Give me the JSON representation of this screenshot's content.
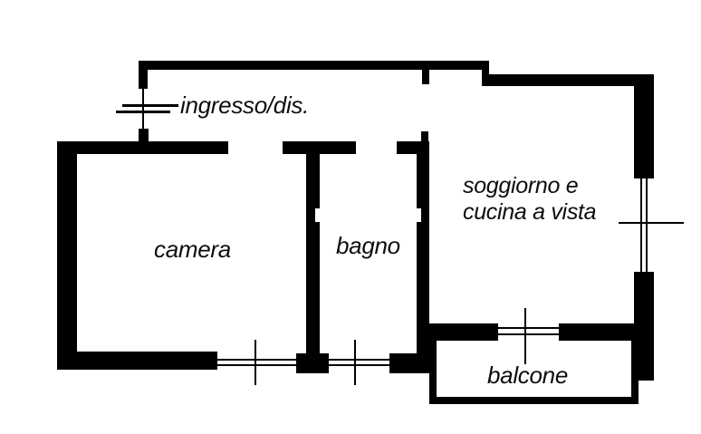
{
  "colors": {
    "wall": "#000000",
    "background": "#ffffff",
    "text": "#0d0d0d"
  },
  "rooms": {
    "ingresso": {
      "label": "ingresso/dis."
    },
    "camera": {
      "label": "camera"
    },
    "bagno": {
      "label": "bagno"
    },
    "soggiorno": {
      "label": "soggiorno e\ncucina a vista"
    },
    "balcone": {
      "label": "balcone"
    }
  }
}
